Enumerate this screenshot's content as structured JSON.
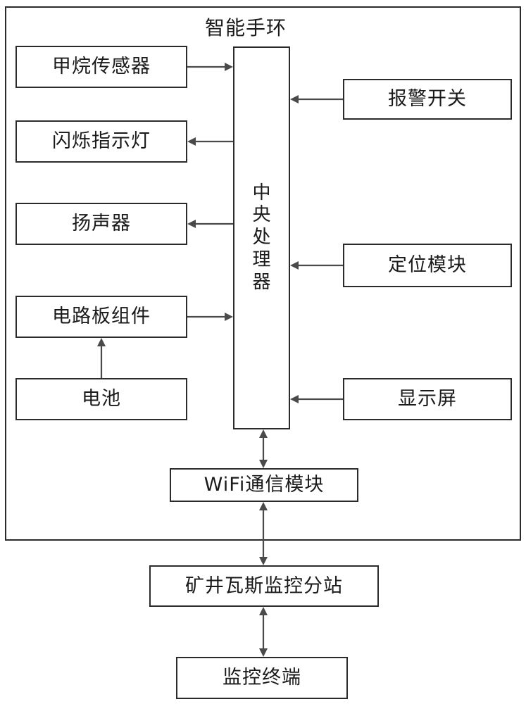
{
  "diagram": {
    "title": "智能手环",
    "enclosure_label": "智能手环",
    "nodes": {
      "methane_sensor": "甲烷传感器",
      "flashing_indicator": "闪烁指示灯",
      "speaker": "扬声器",
      "circuit_board": "电路板组件",
      "battery": "电池",
      "cpu_line1": "中",
      "cpu_line2": "央",
      "cpu_line3": "处",
      "cpu_line4": "理",
      "cpu_line5": "器",
      "alarm_switch": "报警开关",
      "positioning_module": "定位模块",
      "display_screen": "显示屏",
      "wifi_module": "WiFi通信模块",
      "gas_substation": "矿井瓦斯监控分站",
      "monitor_terminal": "监控终端"
    },
    "colors": {
      "stroke": "#2b2b2b",
      "arrow": "#4a4a4a",
      "text": "#1a1a1a",
      "background": "#ffffff"
    }
  }
}
